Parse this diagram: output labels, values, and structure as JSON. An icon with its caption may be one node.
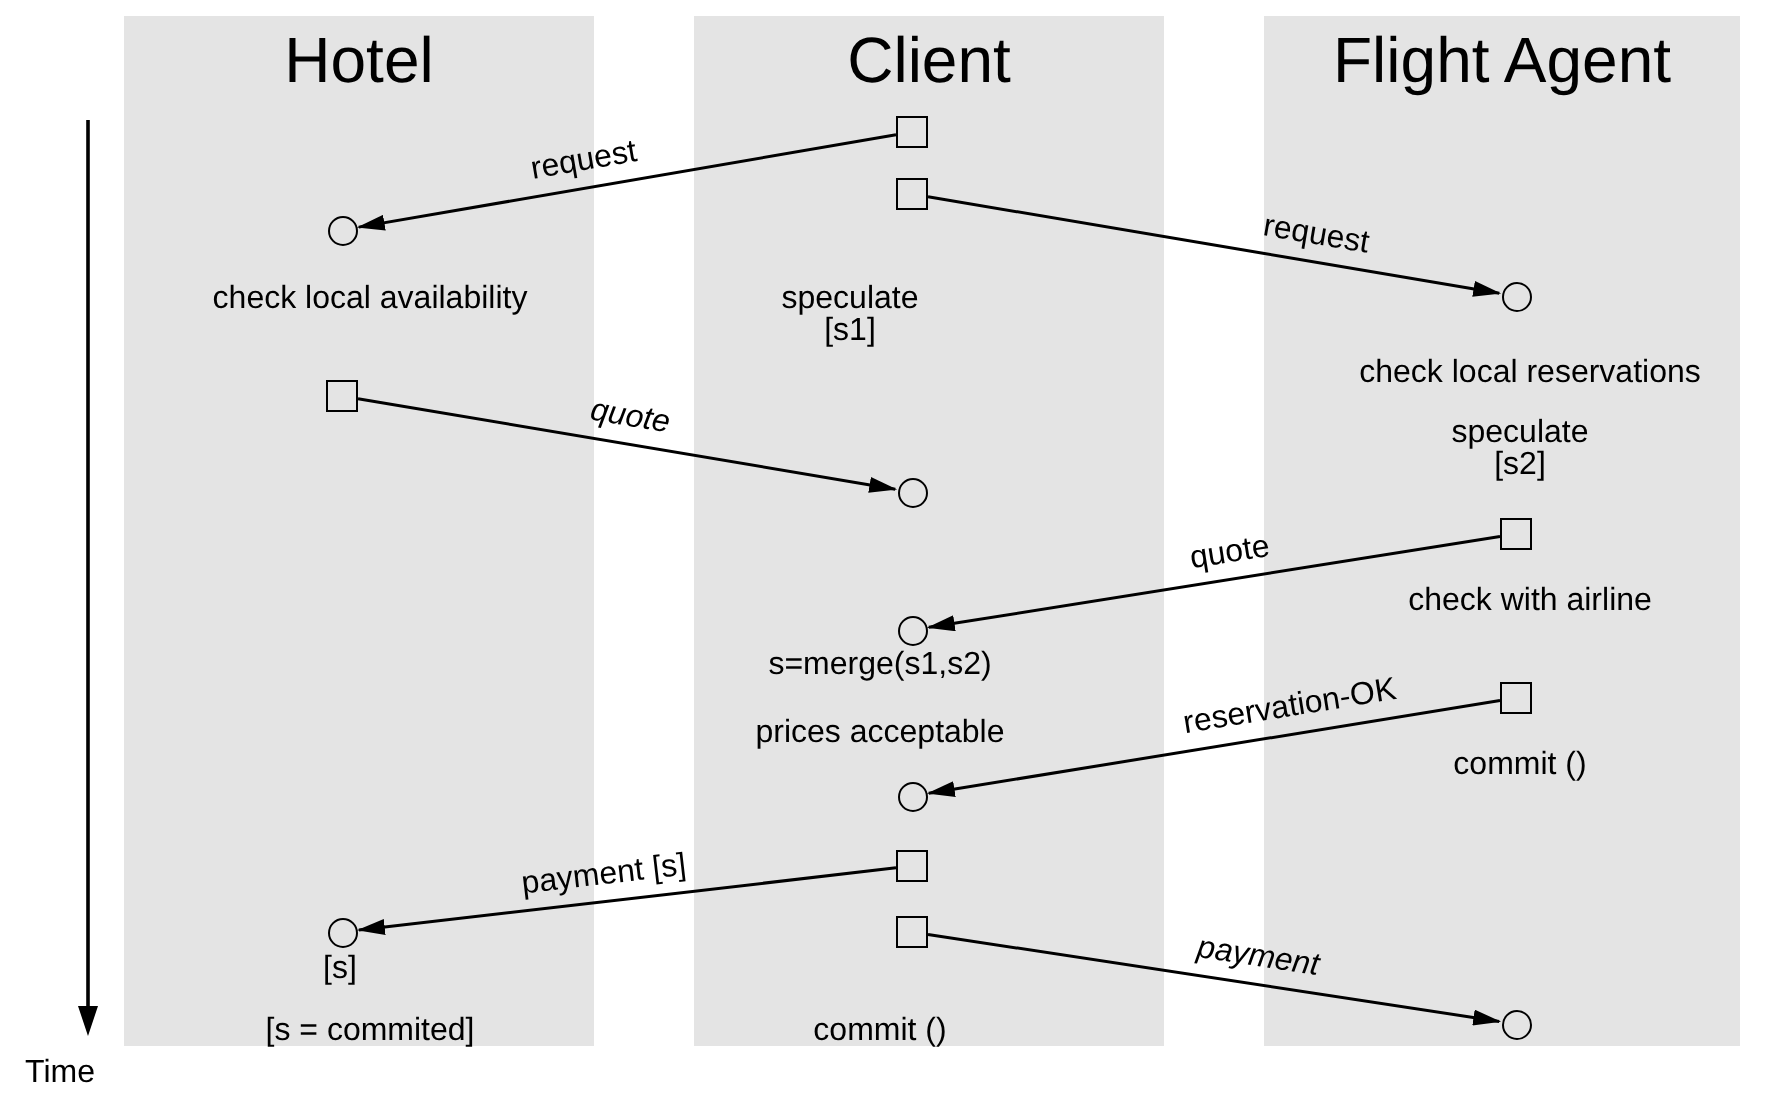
{
  "diagram": {
    "nodes": [
      {
        "text": [
          "Hotel"
        ]
      },
      {
        "text": [
          "Client"
        ]
      },
      {
        "text": [
          "Flight Agent"
        ]
      },
      {
        "text": [],
        "shape": "box",
        "in": 1
      },
      {
        "text": [],
        "shape": "box",
        "in": 1
      },
      {
        "text": [],
        "shape": "circle",
        "in": 0
      },
      {
        "text": [],
        "shape": "circle",
        "in": 2
      },
      {
        "text": [],
        "shape": "box",
        "in": 0
      },
      {
        "text": [],
        "shape": "circle",
        "in": 1
      },
      {
        "text": [],
        "shape": "box",
        "in": 2
      },
      {
        "text": [],
        "shape": "circle",
        "in": 1
      },
      {
        "text": [],
        "shape": "box",
        "in": 2
      },
      {
        "text": [],
        "shape": "circle",
        "in": 1
      },
      {
        "text": [],
        "shape": "box",
        "in": 1
      },
      {
        "text": [],
        "shape": "circle",
        "in": 0
      },
      {
        "text": [],
        "shape": "box",
        "in": 1
      },
      {
        "text": [],
        "shape": "circle",
        "in": 2
      }
    ],
    "edges": [
      {
        "from": 3,
        "to": 5,
        "arrow": "to",
        "label": "request"
      },
      {
        "from": 4,
        "to": 6,
        "arrow": "to",
        "label": "request"
      },
      {
        "from": 7,
        "to": 8,
        "arrow": "to",
        "label": "quote"
      },
      {
        "from": 9,
        "to": 10,
        "arrow": "to",
        "label": "quote"
      },
      {
        "from": 11,
        "to": 12,
        "arrow": "to",
        "label": "reservation-OK"
      },
      {
        "from": 13,
        "to": 14,
        "arrow": "to",
        "label": "payment [s]"
      },
      {
        "from": 15,
        "to": 16,
        "arrow": "to",
        "label": "payment"
      }
    ],
    "labels": [
      "check local availability",
      "speculate",
      "[s1]",
      "check local reservations",
      "speculate",
      "[s2]",
      "check with airline",
      "s=merge(s1,s2)",
      "prices acceptable",
      "commit ()",
      "[s]",
      "[s = commited]",
      "commit ()",
      "Time"
    ]
  }
}
